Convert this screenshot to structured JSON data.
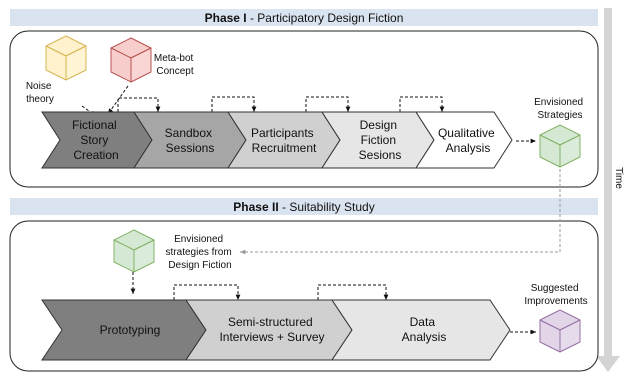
{
  "phase1": {
    "title_bold": "Phase I",
    "title_rest": " - Participatory Design Fiction"
  },
  "phase2": {
    "title_bold": "Phase II",
    "title_rest": " - Suitability Study"
  },
  "time_label": "Time",
  "inputs": {
    "noise_theory": [
      "Noise",
      "theory"
    ],
    "metabot_concept": [
      "Meta-bot",
      "Concept"
    ]
  },
  "phase1_steps": [
    {
      "lines": [
        "Fictional",
        "Story",
        "Creation"
      ]
    },
    {
      "lines": [
        "Sandbox",
        "Sessions"
      ]
    },
    {
      "lines": [
        "Participants",
        "Recruitment"
      ]
    },
    {
      "lines": [
        "Design",
        "Fiction",
        "Sesions"
      ]
    },
    {
      "lines": [
        "Qualitative",
        "Analysis"
      ]
    }
  ],
  "phase1_output": [
    "Envisioned",
    "Strategies"
  ],
  "phase2_input": [
    "Envisioned",
    "strategies from",
    "Design Fiction"
  ],
  "phase2_steps": [
    {
      "lines": [
        "Prototyping"
      ]
    },
    {
      "lines": [
        "Semi-structured",
        "Interviews + Survey"
      ]
    },
    {
      "lines": [
        "Data",
        "Analysis"
      ]
    }
  ],
  "phase2_output": [
    "Suggested",
    "Improvements"
  ],
  "colors": {
    "header_band": "#dae3f0",
    "step_dark": "#7f7f7f",
    "step_mid": "#a6a6a6",
    "step_light": "#d0d0d0",
    "step_lighter": "#e6e6e6",
    "step_white": "#ffffff",
    "cube_yellow": "#fff2cc",
    "cube_yellow_stroke": "#d6b656",
    "cube_red": "#f8cecc",
    "cube_red_stroke": "#b85450",
    "cube_green": "#d5e8d4",
    "cube_green_stroke": "#82b366",
    "cube_purple": "#e1d5e7",
    "cube_purple_stroke": "#9673a6"
  }
}
